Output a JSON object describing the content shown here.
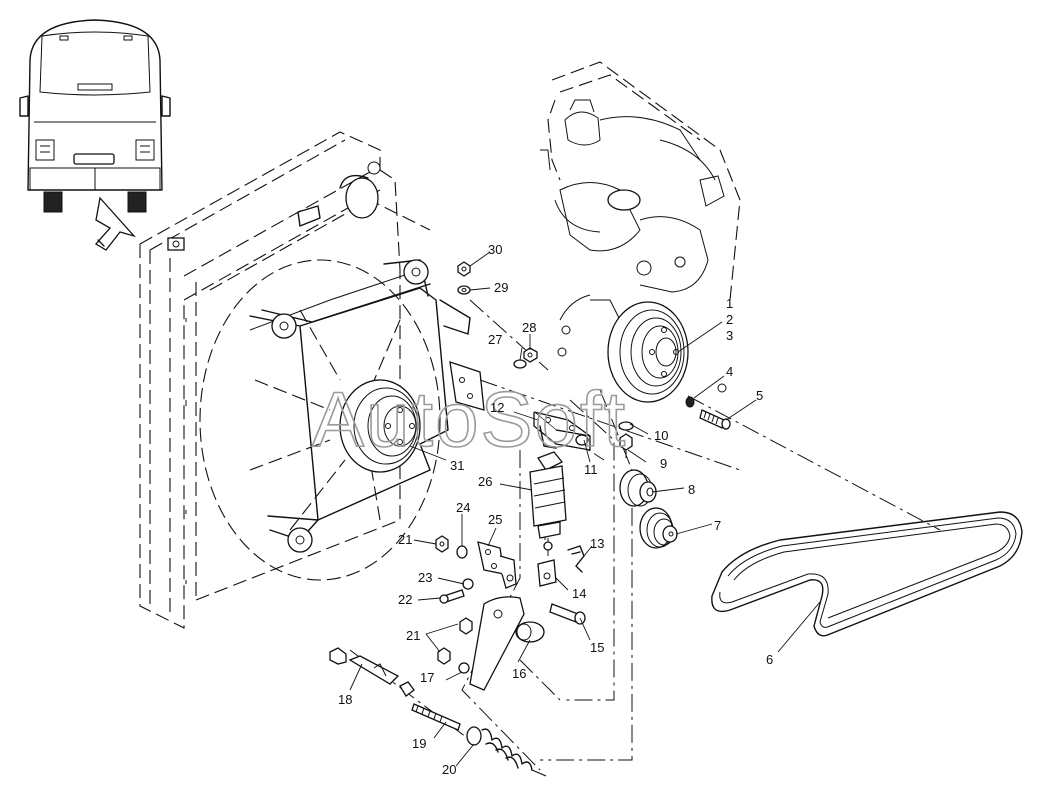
{
  "watermark": "AutoSoft",
  "callouts": [
    "1",
    "2",
    "3",
    "4",
    "5",
    "6",
    "7",
    "8",
    "9",
    "10",
    "11",
    "12",
    "13",
    "14",
    "15",
    "16",
    "17",
    "18",
    "19",
    "20",
    "21",
    "21",
    "22",
    "23",
    "24",
    "25",
    "26",
    "27",
    "28",
    "29",
    "30",
    "31"
  ]
}
